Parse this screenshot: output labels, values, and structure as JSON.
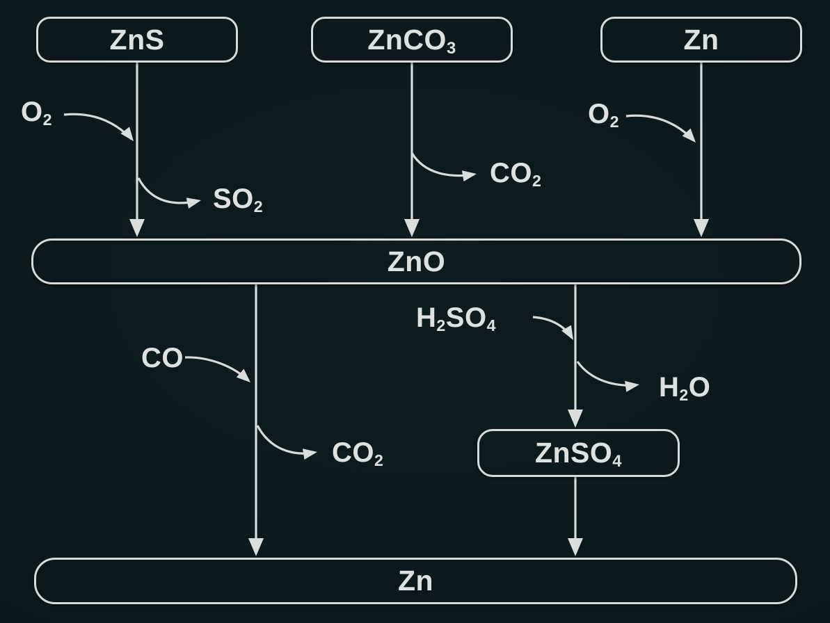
{
  "theme": {
    "background": "#0c181c",
    "line_color": "#d6dbda",
    "text_color": "#dde2e1"
  },
  "nodes": {
    "zns": {
      "b1": "ZnS"
    },
    "znco3": {
      "b1": "ZnCO",
      "s1": "3"
    },
    "zn_top": {
      "b1": "Zn"
    },
    "zno": {
      "b1": "ZnO"
    },
    "znso4": {
      "b1": "ZnSO",
      "s1": "4"
    },
    "zn_bottom": {
      "b1": "Zn"
    }
  },
  "annotations": {
    "o2_left": {
      "b1": "O",
      "s1": "2"
    },
    "so2": {
      "b1": "SO",
      "s1": "2"
    },
    "co2_mid": {
      "b1": "CO",
      "s1": "2"
    },
    "o2_right": {
      "b1": "O",
      "s1": "2"
    },
    "co": {
      "b1": "CO"
    },
    "co2_left": {
      "b1": "CO",
      "s1": "2"
    },
    "h2so4": {
      "b1": "H",
      "s1": "2",
      "b2": "SO",
      "s2": "4"
    },
    "h2o": {
      "b1": "H",
      "s1": "2",
      "b2": "O"
    }
  },
  "edges": [
    {
      "from": "ZnS",
      "to": "ZnO",
      "in": "O₂",
      "out": "SO₂"
    },
    {
      "from": "ZnCO₃",
      "to": "ZnO",
      "in": "",
      "out": "CO₂"
    },
    {
      "from": "Zn",
      "to": "ZnO",
      "in": "O₂",
      "out": ""
    },
    {
      "from": "ZnO",
      "to": "Zn",
      "in": "CO",
      "out": "CO₂"
    },
    {
      "from": "ZnO",
      "to": "ZnSO₄",
      "in": "H₂SO₄",
      "out": "H₂O"
    },
    {
      "from": "ZnSO₄",
      "to": "Zn",
      "in": "",
      "out": ""
    }
  ]
}
